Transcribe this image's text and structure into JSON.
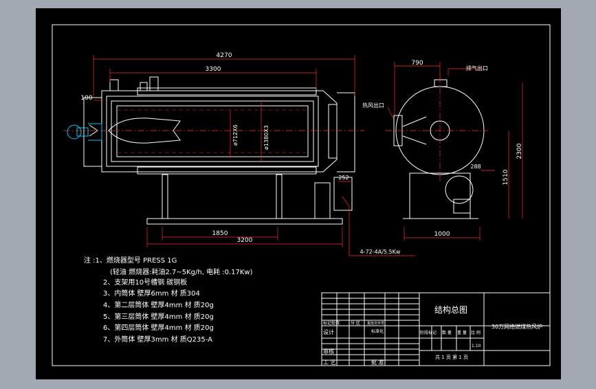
{
  "colors": {
    "frame_bg": "#a2a9b2",
    "sheet_bg": "#000000",
    "line": "#ffffff",
    "dimension": "#ff2a2a",
    "centerline": "#ff2a2a",
    "blue": "#00c8ff"
  },
  "dimensions": {
    "overall_length": "4270",
    "inner_length": "3300",
    "left_offset": "100",
    "tube_inner": "ø712X6",
    "tube_outer": "ø1380X3",
    "support_span": "1850",
    "base_length": "3200",
    "fan_offset": "252",
    "side_offset": "790",
    "side_base": "1000",
    "total_height": "2300",
    "center_height": "1510",
    "fan_height": "288"
  },
  "labels": {
    "exhaust_outlet": "排气出口",
    "hot_air_outlet": "热风出口",
    "fan_model": "4-72-4A/5.5Kw"
  },
  "notes": [
    "注 :1、燃烧器型号 PRESS 1G",
    "(轻油 燃烧器:耗油2.7~5Kg/h, 电耗 :0.17Kw)",
    "2、支架用10号槽钢  碳钢板",
    "3、内筒体      壁厚6mm  材  质304",
    "4、第二层筒体  壁厚4mm  材  质20g",
    "5、第三层筒体  壁厚4mm  材  质20g",
    "6、第四层筒体  壁厚4mm  材  质20g",
    "7、外筒体      壁厚3mm  材  质Q235-A"
  ],
  "title_block": {
    "drawing_title": "结构总图",
    "product_name": "30万网络燃煤热风炉",
    "row1_a": "标记处数",
    "row1_b": "分 区",
    "row1_c": "更改文件号",
    "row2": "设计",
    "row2_b": "标准化",
    "stage_header": "阶段标记",
    "qty_header": "数 量",
    "weight_header": "重 量",
    "scale_header": "比 例",
    "scale": "1:10",
    "review": "审核",
    "process": "工 艺",
    "approve": "批 准",
    "sheet_info": "共  1  页    第  1  页"
  }
}
